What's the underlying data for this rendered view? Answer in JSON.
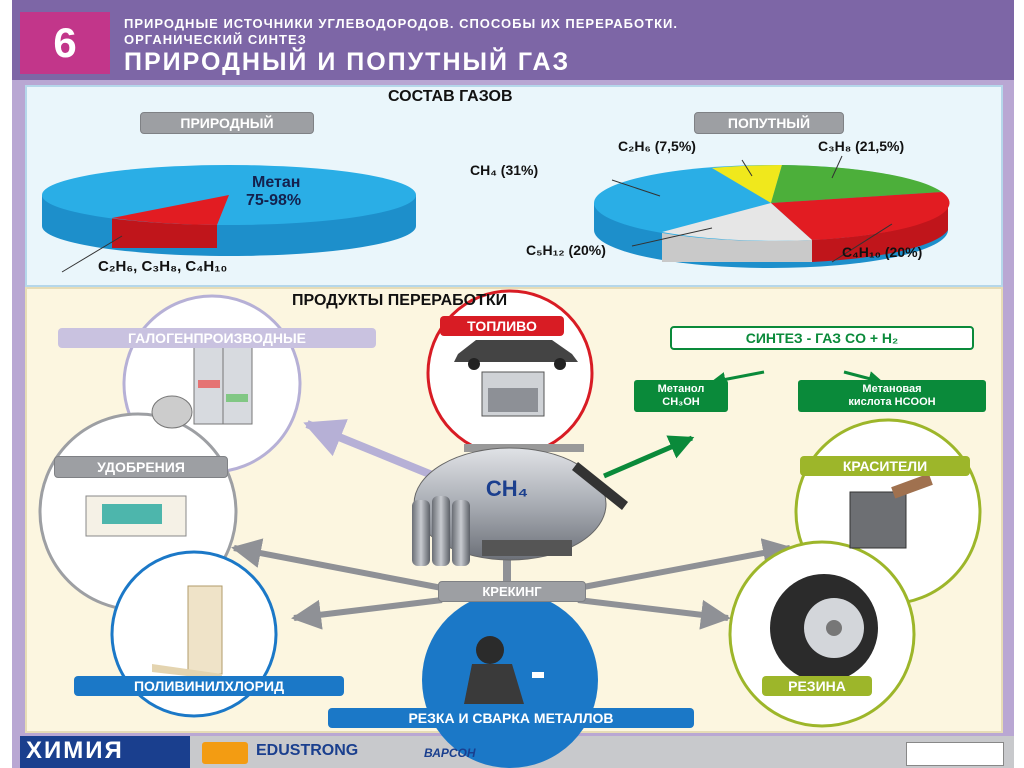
{
  "header": {
    "number": "6",
    "line1": "ПРИРОДНЫЕ ИСТОЧНИКИ УГЛЕВОДОРОДОВ. СПОСОБЫ ИХ ПЕРЕРАБОТКИ.",
    "line2": "ОРГАНИЧЕСКИЙ СИНТЕЗ",
    "title": "ПРИРОДНЫЙ И ПОПУТНЫЙ ГАЗ"
  },
  "composition": {
    "section_title": "СОСТАВ ГАЗОВ",
    "natural": {
      "label": "ПРИРОДНЫЙ",
      "methane_name": "Метан",
      "methane_range": "75-98%",
      "others": "C₂H₆,  C₃H₈,  C₄H₁₀"
    },
    "associated": {
      "label": "ПОПУТНЫЙ",
      "ch4": "CH₄ (31%)",
      "c2h6": "C₂H₆ (7,5%)",
      "c3h8": "C₃H₈ (21,5%)",
      "c4h10": "C₄H₁₀ (20%)",
      "c5h12": "C₅H₁₂ (20%)"
    },
    "colors": {
      "ch4": "#2aaee6",
      "c2h6": "#f0e81c",
      "c3h8": "#4caf3a",
      "c4h10": "#e21c22",
      "c5h12": "#e6e6e6"
    }
  },
  "products": {
    "section_title": "ПРОДУКТЫ ПЕРЕРАБОТКИ",
    "center_formula": "CH₄",
    "cracking": "КРЕКИНГ",
    "items": {
      "halogen": "ГАЛОГЕНПРОИЗВОДНЫЕ",
      "fuel": "ТОПЛИВО",
      "syngas": "СИНТЕЗ - ГАЗ   CO + H₂",
      "methanol_line1": "Метанол",
      "methanol_line2": "CH₃OH",
      "formic_line1": "Метановая",
      "formic_line2": "кислота HCOOH",
      "fertilizers": "УДОБРЕНИЯ",
      "dyes": "КРАСИТЕЛИ",
      "pvc": "ПОЛИВИНИЛХЛОРИД",
      "rubber": "РЕЗИНА",
      "cutting": "РЕЗКА И СВАРКА МЕТАЛЛОВ"
    }
  },
  "footer": {
    "subject": "ХИМИЯ",
    "brand": "EDUSTRONG",
    "publisher": "ВАРСОН"
  }
}
